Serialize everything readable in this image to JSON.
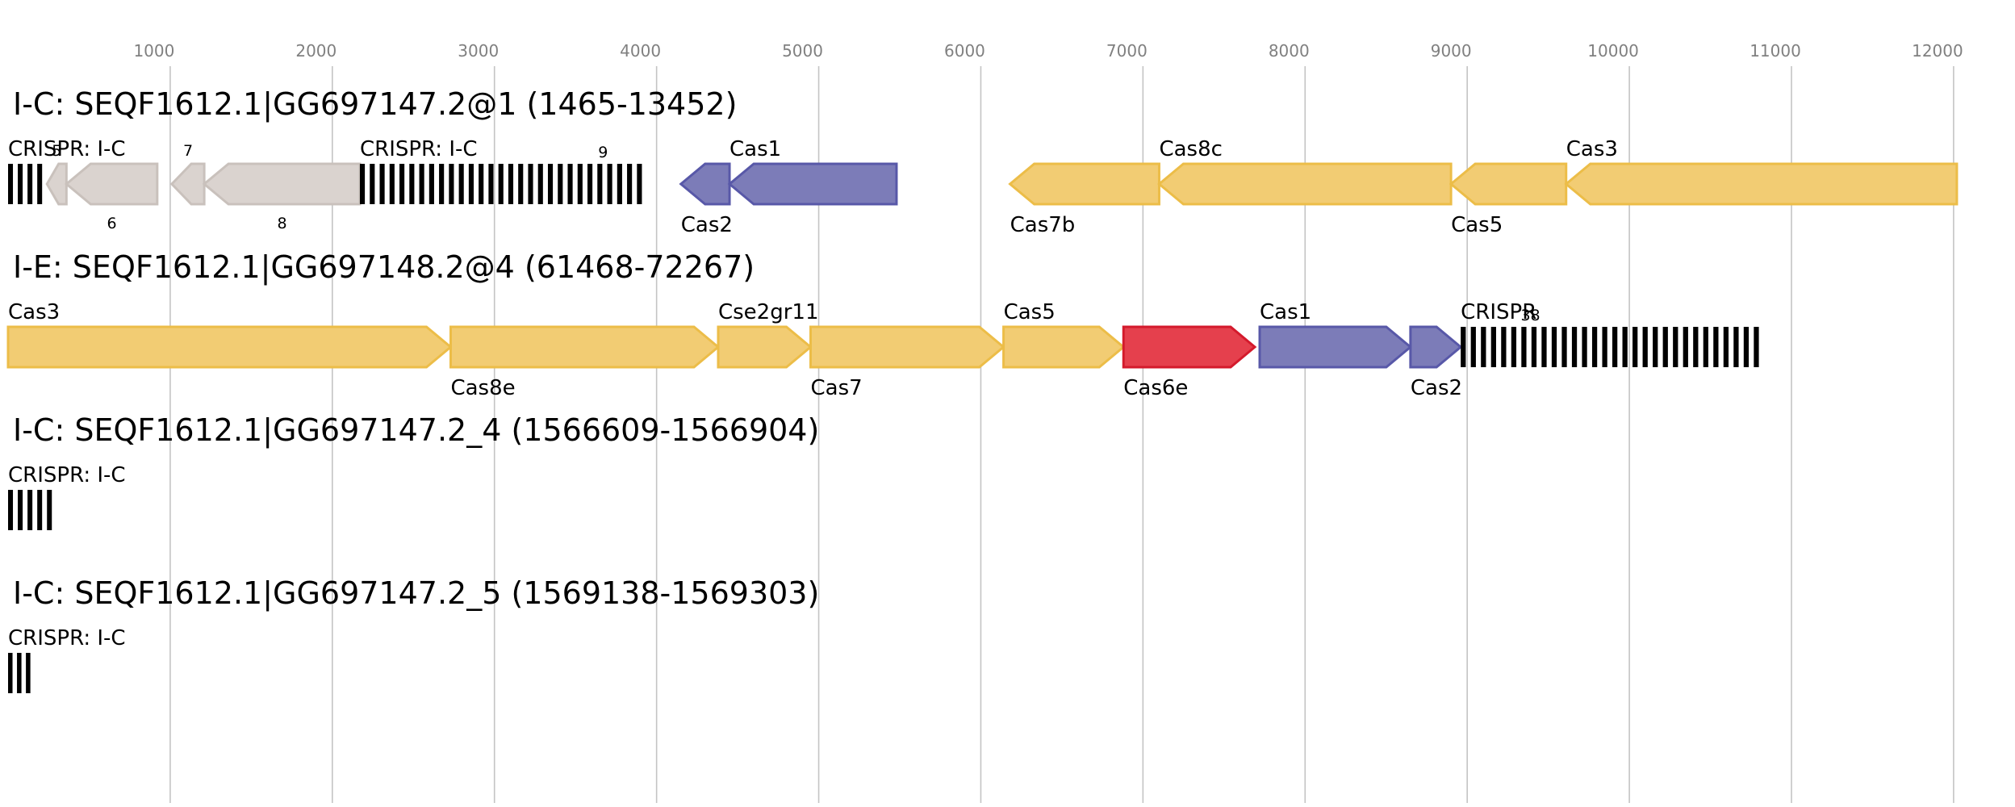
{
  "axis": {
    "min": 0,
    "max": 12100,
    "ticks": [
      1000,
      2000,
      3000,
      4000,
      5000,
      6000,
      7000,
      8000,
      9000,
      10000,
      11000,
      12000
    ]
  },
  "colors": {
    "cas_gray": "#dad3cf",
    "cas_gray_border": "#c9c1bc",
    "cas_yellow": "#f2cc73",
    "cas_yellow_border": "#ecbd48",
    "cas_blue": "#7c7cb8",
    "cas_blue_border": "#5858a8",
    "cas_red": "#e5404d",
    "cas_red_border": "#d41a2c",
    "crispr": "#000000"
  },
  "loci": [
    {
      "title": "I-C: SEQF1612.1|GG697147.2@1 (1465-13452)",
      "features": [
        {
          "kind": "crispr",
          "start": 0,
          "end": 240,
          "spacers": 4,
          "label": "CRISPR: I-C",
          "pos": "above"
        },
        {
          "kind": "gene",
          "start": 240,
          "end": 360,
          "strand": -1,
          "color": "gray",
          "label": "5",
          "pos": "above",
          "size": "small"
        },
        {
          "kind": "gene",
          "start": 360,
          "end": 920,
          "strand": -1,
          "color": "gray",
          "label": "6",
          "pos": "below",
          "size": "small"
        },
        {
          "kind": "gene",
          "start": 1010,
          "end": 1210,
          "strand": -1,
          "color": "gray",
          "label": "7",
          "pos": "above",
          "size": "small"
        },
        {
          "kind": "gene",
          "start": 1210,
          "end": 2170,
          "strand": -1,
          "color": "gray",
          "label": "8",
          "pos": "below",
          "size": "small"
        },
        {
          "kind": "crispr",
          "start": 2170,
          "end": 3940,
          "spacers": 29,
          "label": "CRISPR: I-C",
          "pos": "above"
        },
        {
          "kind": "gene",
          "start": 4150,
          "end": 4450,
          "strand": -1,
          "color": "blue",
          "label": "Cas2",
          "pos": "below"
        },
        {
          "kind": "gene",
          "start": 4450,
          "end": 5480,
          "strand": -1,
          "color": "blue",
          "label": "Cas1",
          "pos": "above"
        },
        {
          "kind": "gene",
          "start": 6180,
          "end": 7100,
          "strand": -1,
          "color": "yellow",
          "label": "Cas7b",
          "pos": "below"
        },
        {
          "kind": "gene",
          "start": 7100,
          "end": 8900,
          "strand": -1,
          "color": "yellow",
          "label": "Cas8c",
          "pos": "above"
        },
        {
          "kind": "gene",
          "start": 8900,
          "end": 9610,
          "strand": -1,
          "color": "yellow",
          "label": "Cas5",
          "pos": "below"
        },
        {
          "kind": "gene",
          "start": 9610,
          "end": 12020,
          "strand": -1,
          "color": "yellow",
          "label": "Cas3",
          "pos": "above"
        },
        {
          "kind": "label",
          "at": 3640,
          "text": "9",
          "pos": "above",
          "size": "small"
        }
      ]
    },
    {
      "title": "I-E: SEQF1612.1|GG697148.2@4 (61468-72267)",
      "features": [
        {
          "kind": "gene",
          "start": 0,
          "end": 2730,
          "strand": 1,
          "color": "yellow",
          "label": "Cas3",
          "pos": "above"
        },
        {
          "kind": "gene",
          "start": 2730,
          "end": 4380,
          "strand": 1,
          "color": "yellow",
          "label": "Cas8e",
          "pos": "below"
        },
        {
          "kind": "gene",
          "start": 4380,
          "end": 4950,
          "strand": 1,
          "color": "yellow",
          "label": "Cse2gr11",
          "pos": "above"
        },
        {
          "kind": "gene",
          "start": 4950,
          "end": 6140,
          "strand": 1,
          "color": "yellow",
          "label": "Cas7",
          "pos": "below"
        },
        {
          "kind": "gene",
          "start": 6140,
          "end": 6880,
          "strand": 1,
          "color": "yellow",
          "label": "Cas5",
          "pos": "above"
        },
        {
          "kind": "gene",
          "start": 6880,
          "end": 7690,
          "strand": 1,
          "color": "red",
          "label": "Cas6e",
          "pos": "below"
        },
        {
          "kind": "gene",
          "start": 7720,
          "end": 8650,
          "strand": 1,
          "color": "blue",
          "label": "Cas1",
          "pos": "above"
        },
        {
          "kind": "gene",
          "start": 8650,
          "end": 8960,
          "strand": 1,
          "color": "blue",
          "label": "Cas2",
          "pos": "below"
        },
        {
          "kind": "crispr",
          "start": 8960,
          "end": 10830,
          "spacers": 30,
          "label": "CRISPR",
          "pos": "above"
        },
        {
          "kind": "label",
          "at": 9330,
          "text": "38",
          "pos": "above",
          "size": "small"
        }
      ]
    },
    {
      "title": "I-C: SEQF1612.1|GG697147.2_4 (1566609-1566904)",
      "features": [
        {
          "kind": "crispr",
          "start": 0,
          "end": 300,
          "spacers": 5,
          "label": "CRISPR: I-C",
          "pos": "above"
        }
      ]
    },
    {
      "title": "I-C: SEQF1612.1|GG697147.2_5 (1569138-1569303)",
      "features": [
        {
          "kind": "crispr",
          "start": 0,
          "end": 165,
          "spacers": 3,
          "label": "CRISPR: I-C",
          "pos": "above"
        }
      ]
    }
  ]
}
